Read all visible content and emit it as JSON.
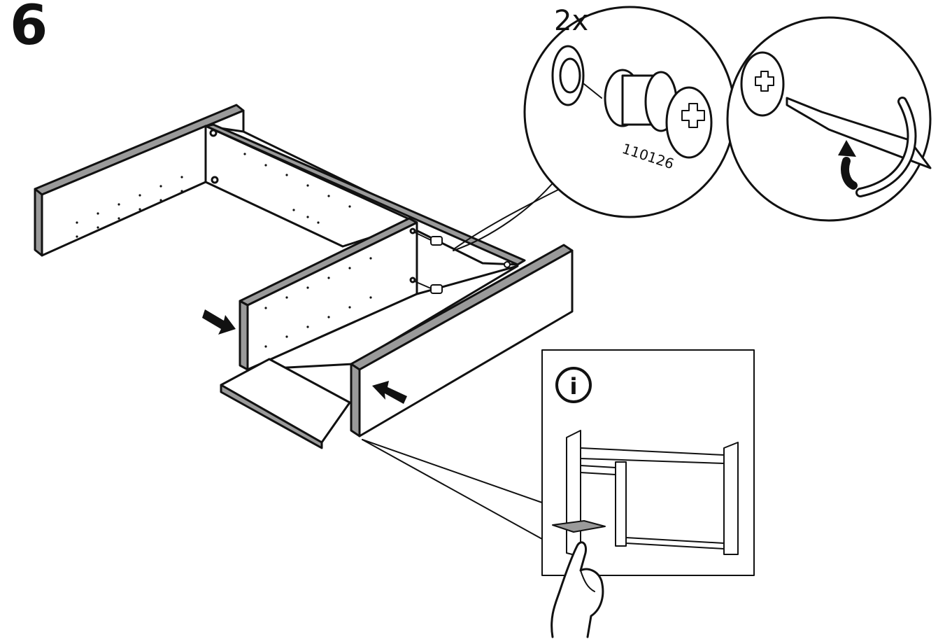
{
  "step": {
    "number": "6"
  },
  "detail": {
    "quantity": "2x",
    "part_number": "110126"
  },
  "info_box": {
    "icon_letter": "i"
  },
  "colors": {
    "line": "#111111",
    "panel_edge": "#9a9a9a",
    "paper": "#ffffff"
  },
  "icons": [
    "info-icon",
    "screwdriver-icon",
    "rotate-arrow-icon",
    "pointing-hand-icon",
    "push-arrow-icon"
  ]
}
